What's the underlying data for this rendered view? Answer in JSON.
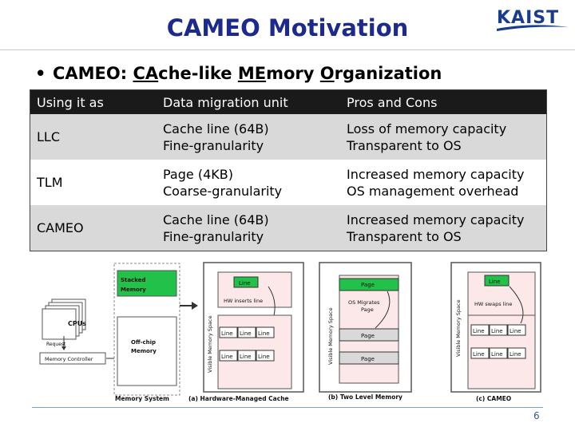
{
  "slide": {
    "title": "CAMEO Motivation",
    "logo_text": "KAIST",
    "bullet": {
      "parts": [
        "CAMEO: ",
        "CA",
        "che-like ",
        "ME",
        "mory ",
        "O",
        "rganization"
      ]
    },
    "page_number": "6"
  },
  "table": {
    "headers": [
      "Using it as",
      "Data migration unit",
      "Pros and Cons"
    ],
    "rows": [
      {
        "use": "LLC",
        "unit": [
          "Cache line (64B)",
          "Fine-granularity"
        ],
        "pros": [
          "Loss of memory capacity",
          "Transparent to OS"
        ]
      },
      {
        "use": "TLM",
        "unit": [
          "Page (4KB)",
          "Coarse-granularity"
        ],
        "pros": [
          "Increased memory capacity",
          "OS management overhead"
        ]
      },
      {
        "use": "CAMEO",
        "unit": [
          "Cache line (64B)",
          "Fine-granularity"
        ],
        "pros": [
          "Increased memory capacity",
          "Transparent to OS"
        ]
      }
    ]
  },
  "figure": {
    "stacked_memory": [
      "Stacked",
      "Memory"
    ],
    "offchip_memory": [
      "Off-chip",
      "Memory"
    ],
    "cpus": "CPUs",
    "request": "Request",
    "memory_controller": "Memory Controller",
    "caption_a_label": "Memory System",
    "caption_a": "(a) Hardware-Managed Cache",
    "caption_b": "(b) Two Level Memory",
    "caption_c": "(c) CAMEO",
    "visible_space": "Visible Memory Space",
    "line": "Line",
    "page": "Page",
    "hw_inserts": "HW inserts line",
    "os_migrates": [
      "OS Migrates",
      "Page"
    ],
    "hw_swaps": "HW swaps line"
  }
}
